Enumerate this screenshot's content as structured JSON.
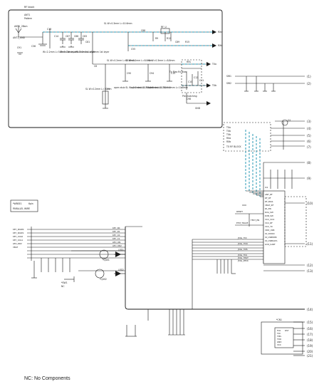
{
  "rf_block": {
    "title": "RF block",
    "antenna": [
      "ANT1",
      "Pattern",
      "ANT1_2Bsm"
    ],
    "ant_gnd": "ANT1_GND",
    "components": {
      "c13": "C13",
      "c14": "C14",
      "c87": "C87",
      "c86": "C86",
      "c83": "C83",
      "c55": "C55",
      "c88": "C88",
      "r9": "R9",
      "r12": "R12",
      "r15": "R15",
      "rfu": "RF_U",
      "c8": "C8",
      "c9": "C9",
      "c91": "C91",
      "c36": "C36",
      "c81": "C81",
      "c90": "C90",
      "c94": "C94",
      "c15": "C15",
      "c10": "C10",
      "c12": "C12",
      "c11": "C11",
      "c89": "C89",
      "rfa": "RFA",
      "c98": "C98"
    },
    "microstrip": {
      "ms1": "W=2.2mm L=5.8mm 1st layer",
      "ms2": "W=0.16mm L=6.0mm 1st layer",
      "ms3": "W=0.2mm L=5.6mm 1st layer",
      "sl_main": "SL W=0.3mm L=10.6mm",
      "sl1": "SL W=0.2mm L=15.6mm",
      "sl2": "SL W=0.2mm L=8.8mm",
      "sl3": "SL W=0.3mm L=8.8mm",
      "sl_left": "SL W=0.2mm L=30mm",
      "sl_os1": "open stub SL W=0.2mm L=15.5mm",
      "sl_os2": "open stub SL W=0.2mm L=13.8mm",
      "sl_os3": "open stub SL W=0.2mm L=11.8mm",
      "bias": "Tx Bias Rx Bias"
    },
    "pre_matching": "Pre-matching",
    "ports": {
      "rxa": "RXa",
      "rxb": "RXb",
      "txa": "TXa",
      "txb": "TXb",
      "gnd": "GND"
    }
  },
  "right_top": {
    "net1": "SW1",
    "net2": "SW2",
    "bus1": "(1)",
    "bus2": "(2)",
    "tags": [
      "TXa",
      "TXb",
      "TXb",
      "RXa",
      "RXb"
    ],
    "rf_block_label": "TO RF BLOCK",
    "nums": [
      "(3)",
      "(4)",
      "(5)",
      "(6)",
      "(7)",
      "(8)",
      "(9)",
      "(10)",
      "(11)",
      "(12)",
      "(13)",
      "(14)",
      "(15)",
      "(16)",
      "(17)",
      "(18)",
      "(19)",
      "(20)",
      "(21)"
    ],
    "q_label": "Q1"
  },
  "ic": {
    "name": "IC1",
    "pins": [
      "ANT_RF",
      "RF_RF",
      "RF_BIAS",
      "VBAT_RF",
      "PA_EN",
      "RXA_SW",
      "RXB_SW",
      "VCC_VCO",
      "VCC_RF",
      "VCC_TX",
      "VDD_USB",
      "IO_VDDIO",
      "IO_USBPWR",
      "IO_USBDATA",
      "LDO_UART"
    ]
  },
  "connector": {
    "ref": "*WBSE1",
    "pins": "6pin",
    "type": "PARALLEL WIRE",
    "signals": [
      "KEY_ROW0",
      "KEY_ROW1",
      "KEY_COL0",
      "KEY_COL1",
      "LED_DRV",
      "VBAT"
    ],
    "nets": [
      "KEY_R0",
      "KEY_R1",
      "KEY_C0",
      "KEY_C1",
      "LED_ON",
      "LED_ON2"
    ]
  },
  "mid": {
    "leds": [
      "LED1",
      "LED2"
    ],
    "keys": [
      "*SW1",
      "NC"
    ],
    "transistors": [
      "*Q401",
      "*Q402"
    ],
    "jtag": [
      "JTAG_TDI",
      "JTAG_TDO",
      "JTAG_TMS",
      "JTAG_TCK",
      "JTAG_TRST",
      "JTAG_RTCK"
    ],
    "net_labels": [
      "RESET",
      "ETM_TRACE",
      "TEST_EN"
    ]
  },
  "lower_right": {
    "ic2": "*CN1",
    "ic2_pins": [
      "TCK",
      "TDI",
      "TMS",
      "TDO",
      "GND",
      "VCC",
      "RST"
    ]
  },
  "footnote": "NC: No Components"
}
